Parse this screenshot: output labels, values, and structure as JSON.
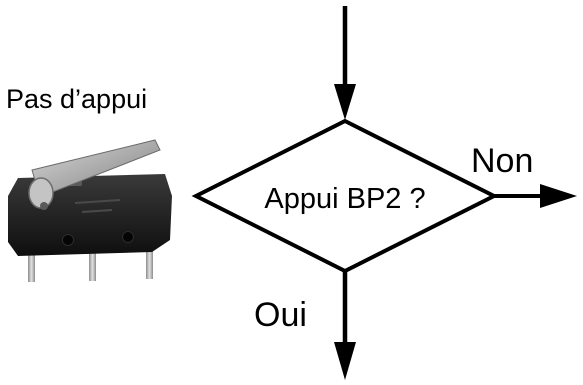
{
  "caption": "Pas d’appui",
  "decision": {
    "label": "Appui BP2 ?"
  },
  "branches": {
    "no": "Non",
    "yes": "Oui"
  },
  "colors": {
    "ink": "#000000",
    "switch_body": "#1c1c1c",
    "lever": "#9a9a9a",
    "pins": "#b8b8b8",
    "background": "#ffffff"
  },
  "icons": {
    "component": "microswitch-photo"
  }
}
